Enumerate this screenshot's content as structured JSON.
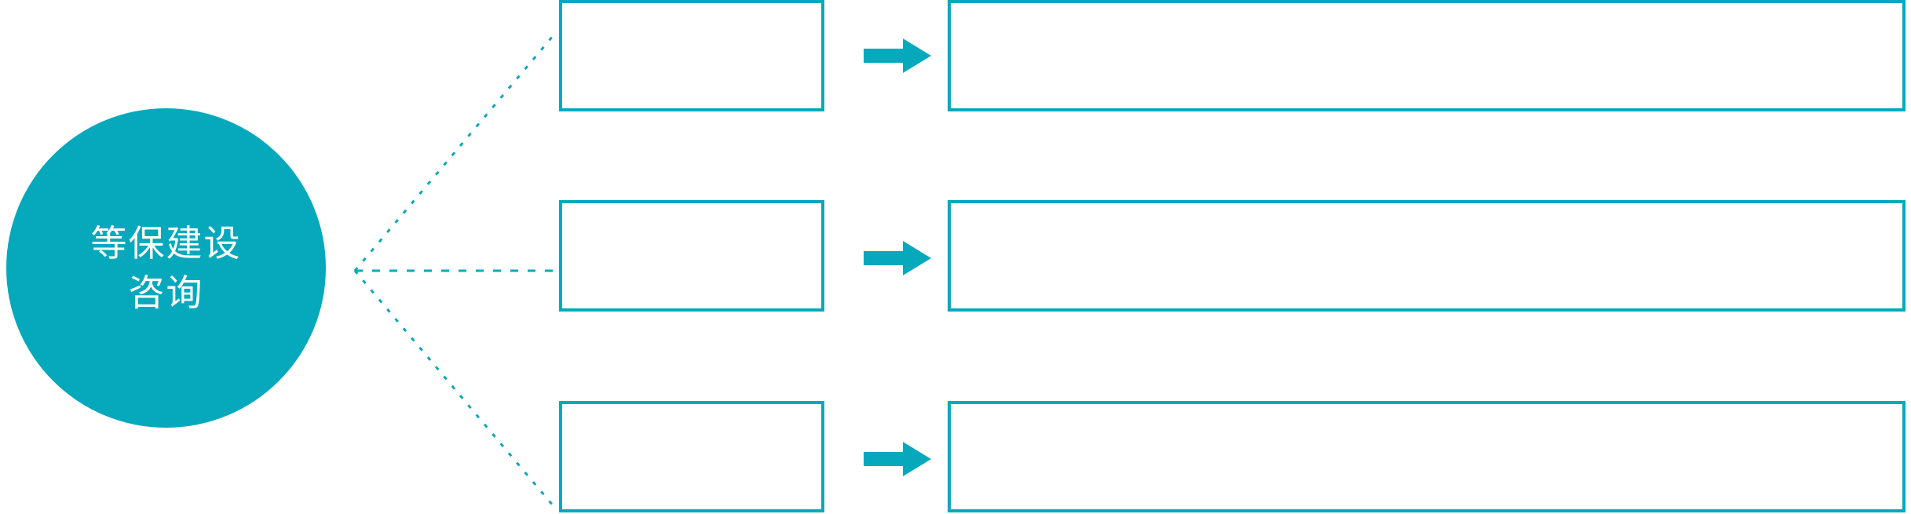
{
  "diagram": {
    "type": "hub-and-spoke-flow",
    "title": "",
    "accent_color": "#06A9BC",
    "background_color": "#FFFFFF",
    "hub": {
      "name": "hub-node",
      "shape": "circle",
      "label_lines": [
        "等保建设",
        "咨询"
      ],
      "label_text": "等保建设咨询",
      "fill_color": "#06A9BC",
      "text_color": "#FFFFFF"
    },
    "connector": {
      "style": "dotted",
      "color": "#06A9BC",
      "branch_count": 3
    },
    "rows": [
      {
        "index": 1,
        "stage_box": {
          "label": "",
          "border_color": "#06A9BC",
          "fill_color": "#FFFFFF"
        },
        "arrow": {
          "icon": "arrow-right-icon",
          "color": "#06A9BC",
          "direction": "right"
        },
        "detail_box": {
          "label": "",
          "border_color": "#06A9BC",
          "fill_color": "#FFFFFF"
        }
      },
      {
        "index": 2,
        "stage_box": {
          "label": "",
          "border_color": "#06A9BC",
          "fill_color": "#FFFFFF"
        },
        "arrow": {
          "icon": "arrow-right-icon",
          "color": "#06A9BC",
          "direction": "right"
        },
        "detail_box": {
          "label": "",
          "border_color": "#06A9BC",
          "fill_color": "#FFFFFF"
        }
      },
      {
        "index": 3,
        "stage_box": {
          "label": "",
          "border_color": "#06A9BC",
          "fill_color": "#FFFFFF"
        },
        "arrow": {
          "icon": "arrow-right-icon",
          "color": "#06A9BC",
          "direction": "right"
        },
        "detail_box": {
          "label": "",
          "border_color": "#06A9BC",
          "fill_color": "#FFFFFF"
        }
      }
    ]
  }
}
